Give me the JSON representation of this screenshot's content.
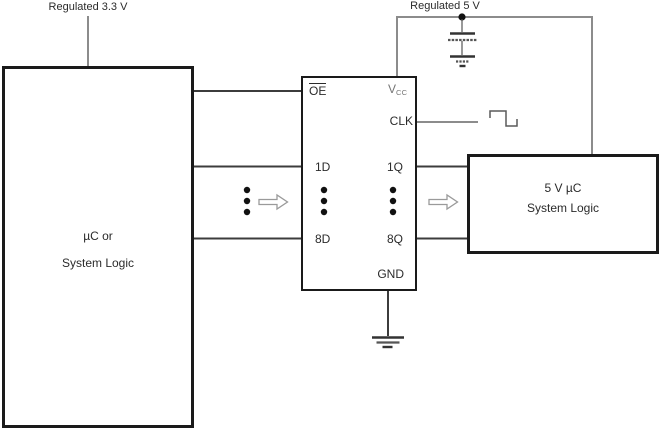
{
  "figure": {
    "left_supply_label": "Regulated 3.3 V",
    "right_supply_label": "Regulated 5 V",
    "left_box": {
      "line1": "µC or",
      "line2": "System Logic"
    },
    "right_box": {
      "line1": "5 V µC",
      "line2": "System Logic"
    },
    "ic": {
      "oe": "OE",
      "vcc_main": "V",
      "vcc_sub": "CC",
      "clk": "CLK",
      "d1": "1D",
      "q1": "1Q",
      "d8": "8D",
      "q8": "8Q",
      "gnd": "GND"
    },
    "icons": [
      "bypass-capacitor-icon",
      "ground-symbol-icon",
      "clock-waveform-icon",
      "flow-arrow-icon",
      "ellipsis-dots-icon",
      "junction-dot-icon"
    ],
    "colors": {
      "box_border": "#1a1a1a",
      "signal_wire": "#3c3c3c",
      "power_wire": "#8c8c8c",
      "vcc_text": "#757575",
      "text": "#2b2b2b",
      "background": "#ffffff"
    }
  }
}
